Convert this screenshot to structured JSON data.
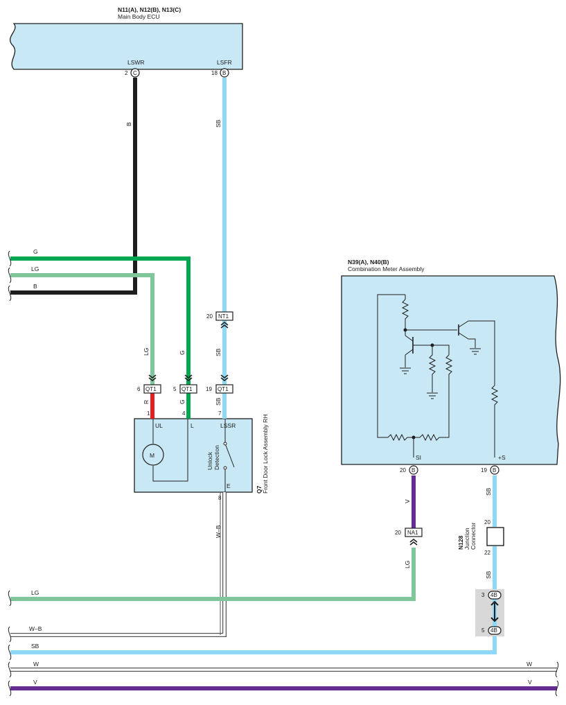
{
  "colors": {
    "ecu_fill": "#c9e8f6",
    "black_wire": "#1e1e1e",
    "green_wire": "#00a651",
    "light_green_wire": "#7fc79a",
    "sky_blue_wire": "#8ed8f8",
    "red_wire": "#e31e24",
    "violet_wire": "#662d91",
    "white_wire_outline": "#555555",
    "gray_block": "#d8d8d8"
  },
  "main_ecu": {
    "code": "N11(A), N12(B), N13(C)",
    "name": "Main Body ECU",
    "pins": [
      {
        "label": "LSWR",
        "number": "2",
        "connector": "C"
      },
      {
        "label": "LSFR",
        "number": "18",
        "connector": "B"
      }
    ]
  },
  "combination_meter": {
    "code": "N39(A), N40(B)",
    "name": "Combination Meter Assembly",
    "pins": [
      {
        "label": "SI",
        "number": "20",
        "connector": "B"
      },
      {
        "label": "+S",
        "number": "19",
        "connector": "B"
      }
    ]
  },
  "door_lock": {
    "code": "Q7",
    "name": "Front Door Lock Assembly RH",
    "pins": [
      {
        "label": "UL",
        "number": "1"
      },
      {
        "label": "L",
        "number": "4"
      },
      {
        "label": "LSSR",
        "number": "7"
      },
      {
        "label": "E",
        "number": "8"
      }
    ],
    "motor_label": "M",
    "switch_label_1": "Unlock",
    "switch_label_2": "Detection"
  },
  "junction_connector": {
    "code": "N128",
    "name_1": "Junction",
    "name_2": "Connector",
    "pin_in": "20",
    "pin_out": "22"
  },
  "inline_connectors": [
    {
      "name": "NT1",
      "pin": "20"
    },
    {
      "name": "QT1",
      "pin": "6"
    },
    {
      "name": "QT1",
      "pin": "5"
    },
    {
      "name": "QT1",
      "pin": "19"
    },
    {
      "name": "NA1",
      "pin": "20"
    }
  ],
  "junction_block": {
    "name": "4B",
    "pin_top": "3",
    "pin_bottom": "5"
  },
  "wire_labels": {
    "lswr": "B",
    "lsfr_upper": "SB",
    "lsfr_mid": "SB",
    "lsfr_lower": "SB",
    "lg_down": "LG",
    "g_down": "G",
    "ul_wire": "R",
    "l_wire": "G",
    "e_wire": "W–B",
    "si_wire": "V",
    "na1_wire": "LG",
    "plus_s_wire": "SB",
    "junction_out": "SB"
  },
  "bus_wires": {
    "g": "G",
    "lg_top": "LG",
    "b": "B",
    "lg_bottom": "LG",
    "wb": "W–B",
    "sb": "SB",
    "w_left": "W",
    "w_right": "W",
    "v_left": "V",
    "v_right": "V"
  }
}
